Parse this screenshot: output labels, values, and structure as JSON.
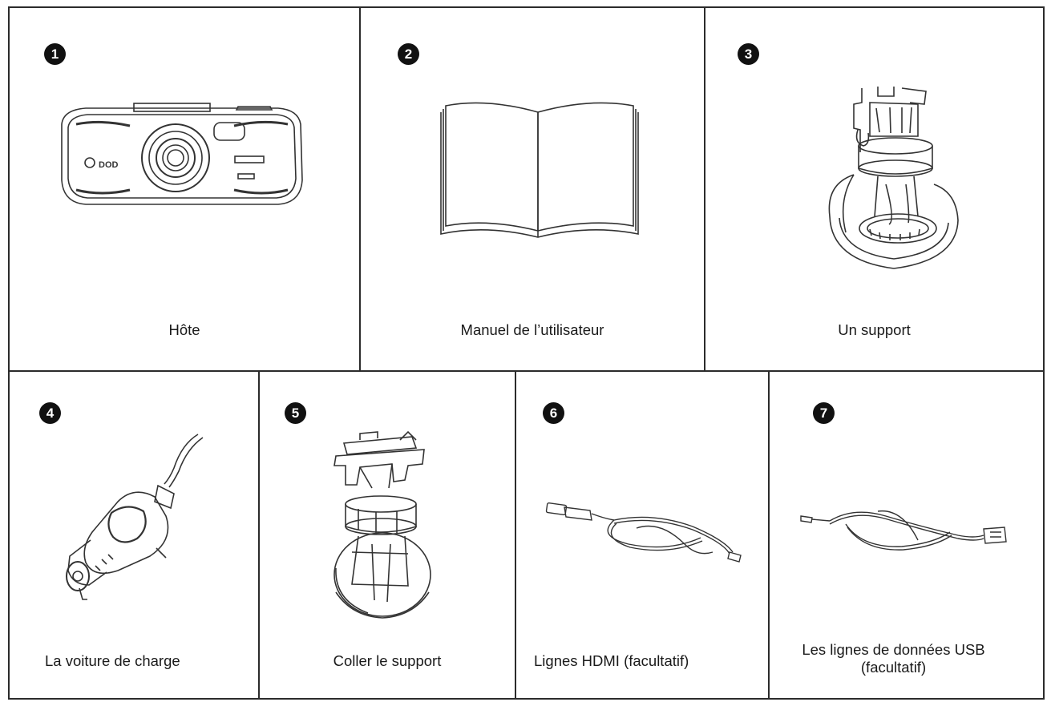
{
  "items": [
    {
      "number": "1",
      "label": "Hôte",
      "icon": "dashcam-icon"
    },
    {
      "number": "2",
      "label": "Manuel de l’utilisateur",
      "icon": "open-book-icon"
    },
    {
      "number": "3",
      "label": "Un support",
      "icon": "suction-mount-icon"
    },
    {
      "number": "4",
      "label": "La voiture de charge",
      "icon": "car-charger-icon"
    },
    {
      "number": "5",
      "label": "Coller le support",
      "icon": "adhesive-mount-icon"
    },
    {
      "number": "6",
      "label": "Lignes HDMI (facultatif)",
      "icon": "hdmi-cable-icon"
    },
    {
      "number": "7",
      "label_line1": "Les lignes de données USB",
      "label_line2": "(facultatif)",
      "icon": "usb-cable-icon"
    }
  ],
  "device_brand": "DOD",
  "colors": {
    "line": "#2b2b2b",
    "badge": "#111111",
    "text": "#1a1a1a",
    "background": "#ffffff"
  }
}
